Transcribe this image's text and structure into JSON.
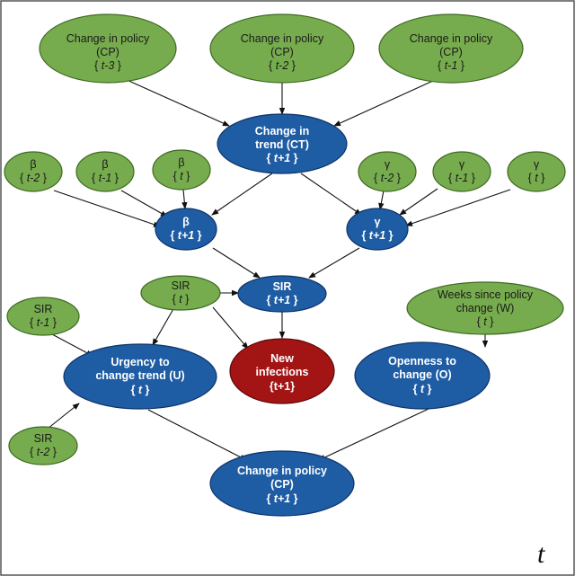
{
  "colors": {
    "observed_fill": "#77AC4E",
    "observed_stroke": "#3E6A22",
    "latent_fill": "#1E5CA4",
    "latent_stroke": "#0E3468",
    "target_fill": "#A31515",
    "target_stroke": "#5E0808",
    "border": "#555555"
  },
  "nodes": {
    "cp_t3": {
      "line1": "Change in policy",
      "line2": "(CP)",
      "prefix": "{ ",
      "idx": "t-3",
      "suffix": " }"
    },
    "cp_t2": {
      "line1": "Change in policy",
      "line2": "(CP)",
      "prefix": "{ ",
      "idx": "t-2",
      "suffix": " }"
    },
    "cp_t1": {
      "line1": "Change in policy",
      "line2": "(CP)",
      "prefix": "{ ",
      "idx": "t-1",
      "suffix": " }"
    },
    "ct": {
      "line1": "Change in",
      "line2": "trend (CT)",
      "prefix": "{ ",
      "idx": "t+1",
      "suffix": " }"
    },
    "beta_t2": {
      "line1": "β",
      "prefix": "{ ",
      "idx": "t-2",
      "suffix": " }"
    },
    "beta_t1": {
      "line1": "β",
      "prefix": "{ ",
      "idx": "t-1",
      "suffix": " }"
    },
    "beta_t": {
      "line1": "β",
      "prefix": "{ ",
      "idx": "t",
      "suffix": " }"
    },
    "beta_n": {
      "line1": "β",
      "prefix": "{ ",
      "idx": "t+1",
      "suffix": " }"
    },
    "gamma_t2": {
      "line1": "γ",
      "prefix": "{ ",
      "idx": "t-2",
      "suffix": " }"
    },
    "gamma_t1": {
      "line1": "γ",
      "prefix": "{ ",
      "idx": "t-1",
      "suffix": " }"
    },
    "gamma_t": {
      "line1": "γ",
      "prefix": "{ ",
      "idx": "t",
      "suffix": " }"
    },
    "gamma_n": {
      "line1": "γ",
      "prefix": "{ ",
      "idx": "t+1",
      "suffix": " }"
    },
    "sir_t": {
      "line1": "SIR",
      "prefix": "{ ",
      "idx": "t",
      "suffix": " }"
    },
    "sir_n": {
      "line1": "SIR",
      "prefix": "{ ",
      "idx": "t+1",
      "suffix": " }"
    },
    "sir_t1": {
      "line1": "SIR",
      "prefix": "{ ",
      "idx": "t-1",
      "suffix": " }"
    },
    "sir_t2": {
      "line1": "SIR",
      "prefix": "{ ",
      "idx": "t-2",
      "suffix": " }"
    },
    "weeks": {
      "line1": "Weeks since policy",
      "line2": "change (W)",
      "prefix": "{ ",
      "idx": "t",
      "suffix": " }"
    },
    "urgency": {
      "line1": "Urgency to",
      "line2": "change trend (U)",
      "prefix": "{ ",
      "idx": "t",
      "suffix": " }"
    },
    "newinf": {
      "line1": "New",
      "line2": "infections",
      "line3": "{t+1}"
    },
    "openness": {
      "line1": "Openness to",
      "line2": "change (O)",
      "prefix": "{ ",
      "idx": "t",
      "suffix": " }"
    },
    "cp_n": {
      "line1": "Change in policy",
      "line2": "(CP)",
      "prefix": "{ ",
      "idx": "t+1",
      "suffix": " }"
    }
  },
  "corner_label": "t"
}
